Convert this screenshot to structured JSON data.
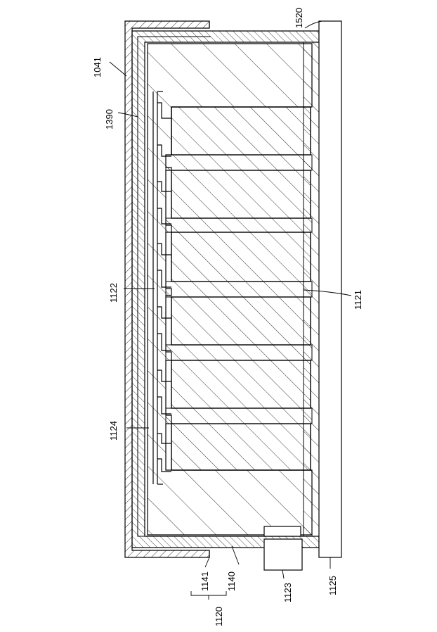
{
  "labels": {
    "l1041": "1041",
    "l1520": "1520",
    "l1390": "1390",
    "l1122": "1122",
    "l1121": "1121",
    "l1124": "1124",
    "l1141": "1141",
    "l1140": "1140",
    "l1120": "1120",
    "l1123": "1123",
    "l1125": "1125"
  },
  "colors": {
    "line": "#000000",
    "background": "#ffffff"
  }
}
